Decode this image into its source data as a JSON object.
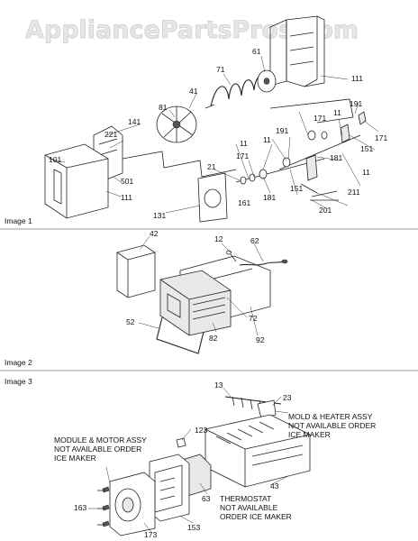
{
  "watermark": "AppliancePartsPros.com",
  "sections": [
    {
      "label": "Image 1"
    },
    {
      "label": "Image 2"
    },
    {
      "label": "Image 3"
    }
  ],
  "image1_parts": [
    "61",
    "71",
    "41",
    "81",
    "111",
    "141",
    "221",
    "101",
    "501",
    "111",
    "131",
    "21",
    "171",
    "11",
    "11",
    "191",
    "161",
    "181",
    "151",
    "171",
    "11",
    "191",
    "181",
    "11",
    "211",
    "201",
    "151",
    "171"
  ],
  "image2_parts": [
    "42",
    "12",
    "62",
    "52",
    "72",
    "82",
    "92"
  ],
  "image3_parts": [
    "13",
    "23",
    "123",
    "163",
    "173",
    "153",
    "63",
    "43"
  ],
  "notes": {
    "module_motor": [
      "MODULE & MOTOR ASSY",
      "NOT AVAILABLE ORDER",
      "ICE MAKER"
    ],
    "mold_heater": [
      "MOLD & HEATER ASSY",
      "NOT AVAILABLE ORDER",
      "ICE MAKER"
    ],
    "thermostat": [
      "THERMOSTAT",
      "NOT AVAILABLE",
      "ORDER ICE MAKER"
    ]
  }
}
